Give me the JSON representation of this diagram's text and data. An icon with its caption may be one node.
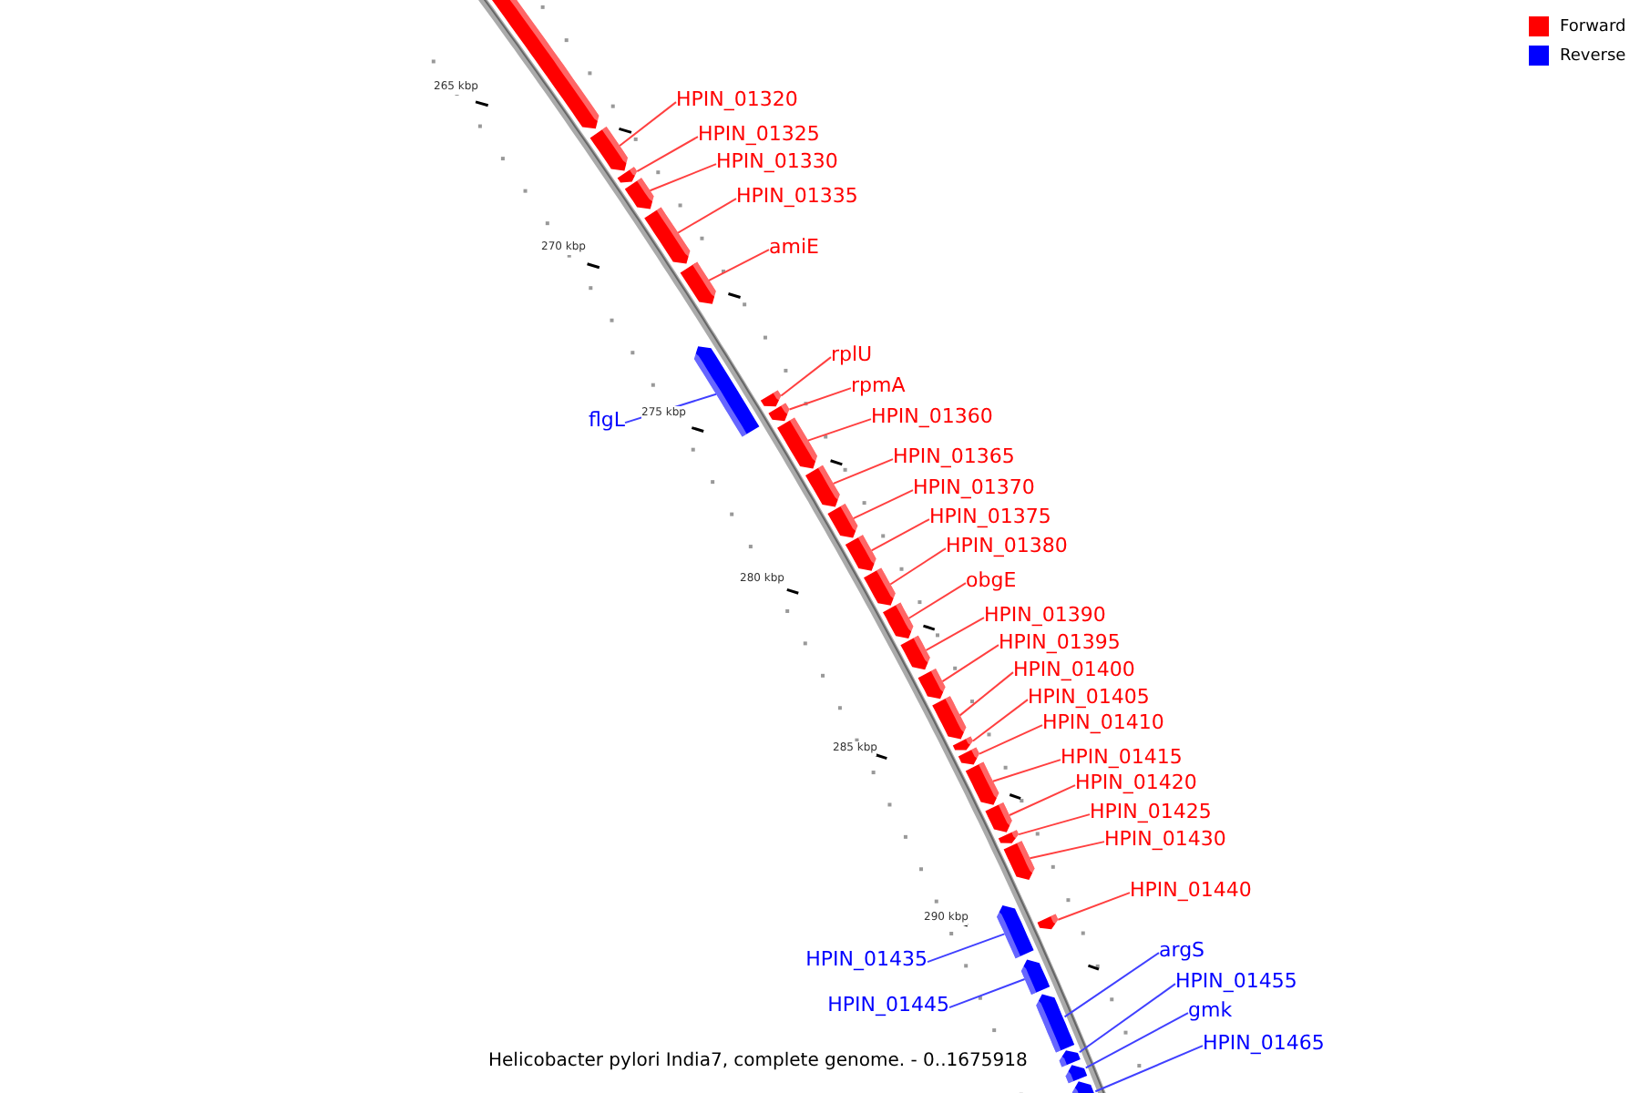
{
  "diagram": {
    "caption": "Helicobacter pylori India7, complete genome. - 0..1675918",
    "nodes": [
      {
        "text": [
          "HPIN_01320"
        ]
      },
      {
        "text": [
          "HPIN_01325"
        ]
      },
      {
        "text": [
          "HPIN_01330"
        ]
      },
      {
        "text": [
          "HPIN_01335"
        ]
      },
      {
        "text": [
          "amiE"
        ]
      },
      {
        "text": [
          "rplU"
        ]
      },
      {
        "text": [
          "rpmA"
        ]
      },
      {
        "text": [
          "flgL"
        ]
      },
      {
        "text": [
          "HPIN_01360"
        ]
      },
      {
        "text": [
          "HPIN_01365"
        ]
      },
      {
        "text": [
          "HPIN_01370"
        ]
      },
      {
        "text": [
          "HPIN_01375"
        ]
      },
      {
        "text": [
          "HPIN_01380"
        ]
      },
      {
        "text": [
          "obgE"
        ]
      },
      {
        "text": [
          "HPIN_01390"
        ]
      },
      {
        "text": [
          "HPIN_01395"
        ]
      },
      {
        "text": [
          "HPIN_01400"
        ]
      },
      {
        "text": [
          "HPIN_01405"
        ]
      },
      {
        "text": [
          "HPIN_01410"
        ]
      },
      {
        "text": [
          "HPIN_01415"
        ]
      },
      {
        "text": [
          "HPIN_01420"
        ]
      },
      {
        "text": [
          "HPIN_01425"
        ]
      },
      {
        "text": [
          "HPIN_01430"
        ]
      },
      {
        "text": [
          "HPIN_01440"
        ]
      },
      {
        "text": [
          "HPIN_01435"
        ]
      },
      {
        "text": [
          "argS"
        ]
      },
      {
        "text": [
          "HPIN_01445"
        ]
      },
      {
        "text": [
          "HPIN_01455"
        ]
      },
      {
        "text": [
          "gmk"
        ]
      },
      {
        "text": [
          "HPIN_01465"
        ]
      },
      {
        "text": [],
        "shape": "bar"
      },
      {
        "text": [],
        "shape": "bar"
      },
      {
        "text": [],
        "shape": "bar"
      },
      {
        "text": [],
        "shape": "bar"
      },
      {
        "text": [],
        "shape": "bar"
      },
      {
        "text": [],
        "shape": "bar"
      },
      {
        "text": [],
        "shape": "bar"
      },
      {
        "text": [],
        "shape": "bar"
      },
      {
        "text": [],
        "shape": "bar"
      },
      {
        "text": [],
        "shape": "bar"
      },
      {
        "text": [],
        "shape": "bar"
      },
      {
        "text": [],
        "shape": "bar"
      },
      {
        "text": [],
        "shape": "bar"
      },
      {
        "text": [],
        "shape": "bar"
      },
      {
        "text": [],
        "shape": "bar"
      },
      {
        "text": [],
        "shape": "bar"
      },
      {
        "text": [],
        "shape": "bar"
      },
      {
        "text": [],
        "shape": "bar"
      },
      {
        "text": [],
        "shape": "bar"
      },
      {
        "text": [],
        "shape": "bar"
      },
      {
        "text": [],
        "shape": "bar"
      },
      {
        "text": [],
        "shape": "bar"
      },
      {
        "text": [],
        "shape": "bar"
      },
      {
        "text": [],
        "shape": "bar"
      },
      {
        "text": [],
        "shape": "bar"
      },
      {
        "text": [],
        "shape": "bar"
      },
      {
        "text": [],
        "shape": "bar"
      },
      {
        "text": [],
        "shape": "bar"
      },
      {
        "text": [],
        "shape": "bar"
      },
      {
        "text": [],
        "shape": "bar"
      },
      {
        "text": [],
        "shape": "bar"
      }
    ],
    "edges": [
      {
        "from": 0,
        "to": 31,
        "arrow": "none"
      },
      {
        "from": 1,
        "to": 32,
        "arrow": "none"
      },
      {
        "from": 2,
        "to": 33,
        "arrow": "none"
      },
      {
        "from": 3,
        "to": 34,
        "arrow": "none"
      },
      {
        "from": 4,
        "to": 35,
        "arrow": "none"
      },
      {
        "from": 5,
        "to": 37,
        "arrow": "none"
      },
      {
        "from": 6,
        "to": 38,
        "arrow": "none"
      },
      {
        "from": 7,
        "to": 36,
        "arrow": "none",
        "color": "#4040ff"
      },
      {
        "from": 8,
        "to": 39,
        "arrow": "none"
      },
      {
        "from": 9,
        "to": 40,
        "arrow": "none"
      },
      {
        "from": 10,
        "to": 41,
        "arrow": "none"
      },
      {
        "from": 11,
        "to": 42,
        "arrow": "none"
      },
      {
        "from": 12,
        "to": 43,
        "arrow": "none"
      },
      {
        "from": 13,
        "to": 44,
        "arrow": "none"
      },
      {
        "from": 14,
        "to": 45,
        "arrow": "none"
      },
      {
        "from": 15,
        "to": 46,
        "arrow": "none"
      },
      {
        "from": 16,
        "to": 47,
        "arrow": "none"
      },
      {
        "from": 17,
        "to": 48,
        "arrow": "none"
      },
      {
        "from": 18,
        "to": 49,
        "arrow": "none"
      },
      {
        "from": 19,
        "to": 50,
        "arrow": "none"
      },
      {
        "from": 20,
        "to": 51,
        "arrow": "none"
      },
      {
        "from": 21,
        "to": 52,
        "arrow": "none"
      },
      {
        "from": 22,
        "to": 53,
        "arrow": "none"
      },
      {
        "from": 23,
        "to": 55,
        "arrow": "none"
      },
      {
        "from": 24,
        "to": 54,
        "arrow": "none",
        "color": "#4040ff"
      },
      {
        "from": 25,
        "to": 57,
        "arrow": "none",
        "color": "#4040ff"
      },
      {
        "from": 26,
        "to": 56,
        "arrow": "none",
        "color": "#4040ff"
      },
      {
        "from": 27,
        "to": 58,
        "arrow": "none",
        "color": "#4040ff"
      },
      {
        "from": 28,
        "to": 59,
        "arrow": "none",
        "color": "#4040ff"
      },
      {
        "from": 29,
        "to": 60,
        "arrow": "none",
        "color": "#4040ff"
      }
    ],
    "labels": [
      "265 kbp",
      "270 kbp",
      "275 kbp",
      "280 kbp",
      "285 kbp",
      "290 kbp"
    ],
    "legend": [
      {
        "text": "Forward",
        "color": "#ff0000"
      },
      {
        "text": "Reverse",
        "color": "#0000ff"
      }
    ]
  }
}
